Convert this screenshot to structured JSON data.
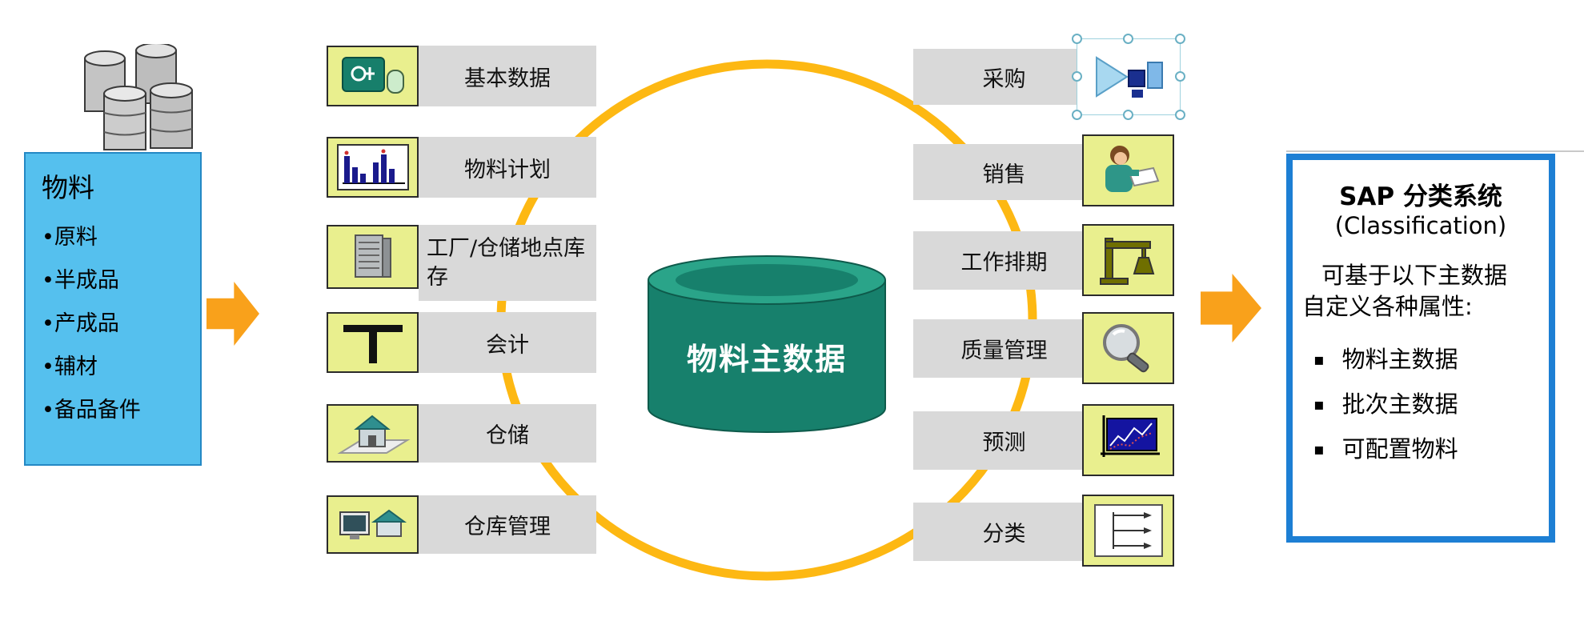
{
  "left_panel": {
    "title": "物料",
    "items": [
      "•原料",
      "•半成品",
      "•产成品",
      "•辅材",
      "•备品备件"
    ]
  },
  "left_modules": [
    {
      "label": "基本数据",
      "icon": "basic-data-icon"
    },
    {
      "label": "物料计划",
      "icon": "bar-chart-icon"
    },
    {
      "label": "工厂/仓储地点库存",
      "icon": "plant-storage-icon"
    },
    {
      "label": "会计",
      "icon": "t-account-icon"
    },
    {
      "label": "仓储",
      "icon": "warehouse-house-icon"
    },
    {
      "label": "仓库管理",
      "icon": "warehouse-computer-icon"
    }
  ],
  "center": {
    "label": "物料主数据"
  },
  "right_modules": [
    {
      "label": "采购",
      "icon": "purchasing-shapes-icon"
    },
    {
      "label": "销售",
      "icon": "sales-person-icon"
    },
    {
      "label": "工作排期",
      "icon": "scheduling-machine-icon"
    },
    {
      "label": "质量管理",
      "icon": "magnifier-icon"
    },
    {
      "label": "预测",
      "icon": "forecast-chart-icon"
    },
    {
      "label": "分类",
      "icon": "classification-tree-icon"
    }
  ],
  "right_panel": {
    "title": "SAP 分类系统",
    "subtitle": "(Classification)",
    "desc_line1": "可基于以下主数据",
    "desc_line2": "自定义各种属性:",
    "bullet_char": "▪",
    "bullets": [
      "物料主数据",
      "批次主数据",
      "可配置物料"
    ]
  },
  "colors": {
    "ring_yellow": "#FDB813",
    "arrow_orange": "#F9A11B",
    "icon_bg_yellow": "#E9EF8E",
    "label_gray": "#D9D9D9",
    "cylinder_green": "#17806C",
    "panel_sky_blue": "#55C0EE",
    "sap_border_blue": "#1D7FD4"
  }
}
